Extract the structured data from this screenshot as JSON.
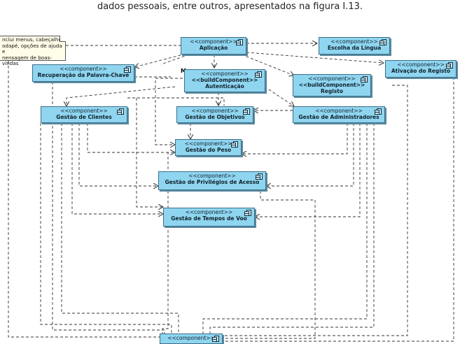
{
  "caption": "dados pessoais, entre outros, apresentados na figura I.13.",
  "note": "nclui menus, cabeçalho,\nodapé, opções de ajuda e\nnensagem de boas-vindas",
  "stereo": {
    "component": "<<component>>",
    "build": "<<buildComponent>>"
  },
  "components": {
    "aplicacao": "Aplicação",
    "escolha_lingua": "Escolha da Língua",
    "ativacao_registo": "Ativação do Registo",
    "recuperacao": "Recuperação da Palavra-Chave",
    "autenticacao": "Autenticação",
    "registo": "Registo",
    "gestao_clientes": "Gestão de Clientes",
    "gestao_objetivos": "Gestão de Objetivos",
    "gestao_administradores": "Gestão de Administradores",
    "gestao_peso": "Gestão do Peso",
    "gestao_privilegios": "Gestão de Privilégios de Acesso",
    "gestao_tempos_voo": "Gestão de Tempos de Voo"
  },
  "marker": "M",
  "colors": {
    "component_fill": "#8fd5f0",
    "component_border": "#3b6d86",
    "note_fill": "#fffde8"
  }
}
